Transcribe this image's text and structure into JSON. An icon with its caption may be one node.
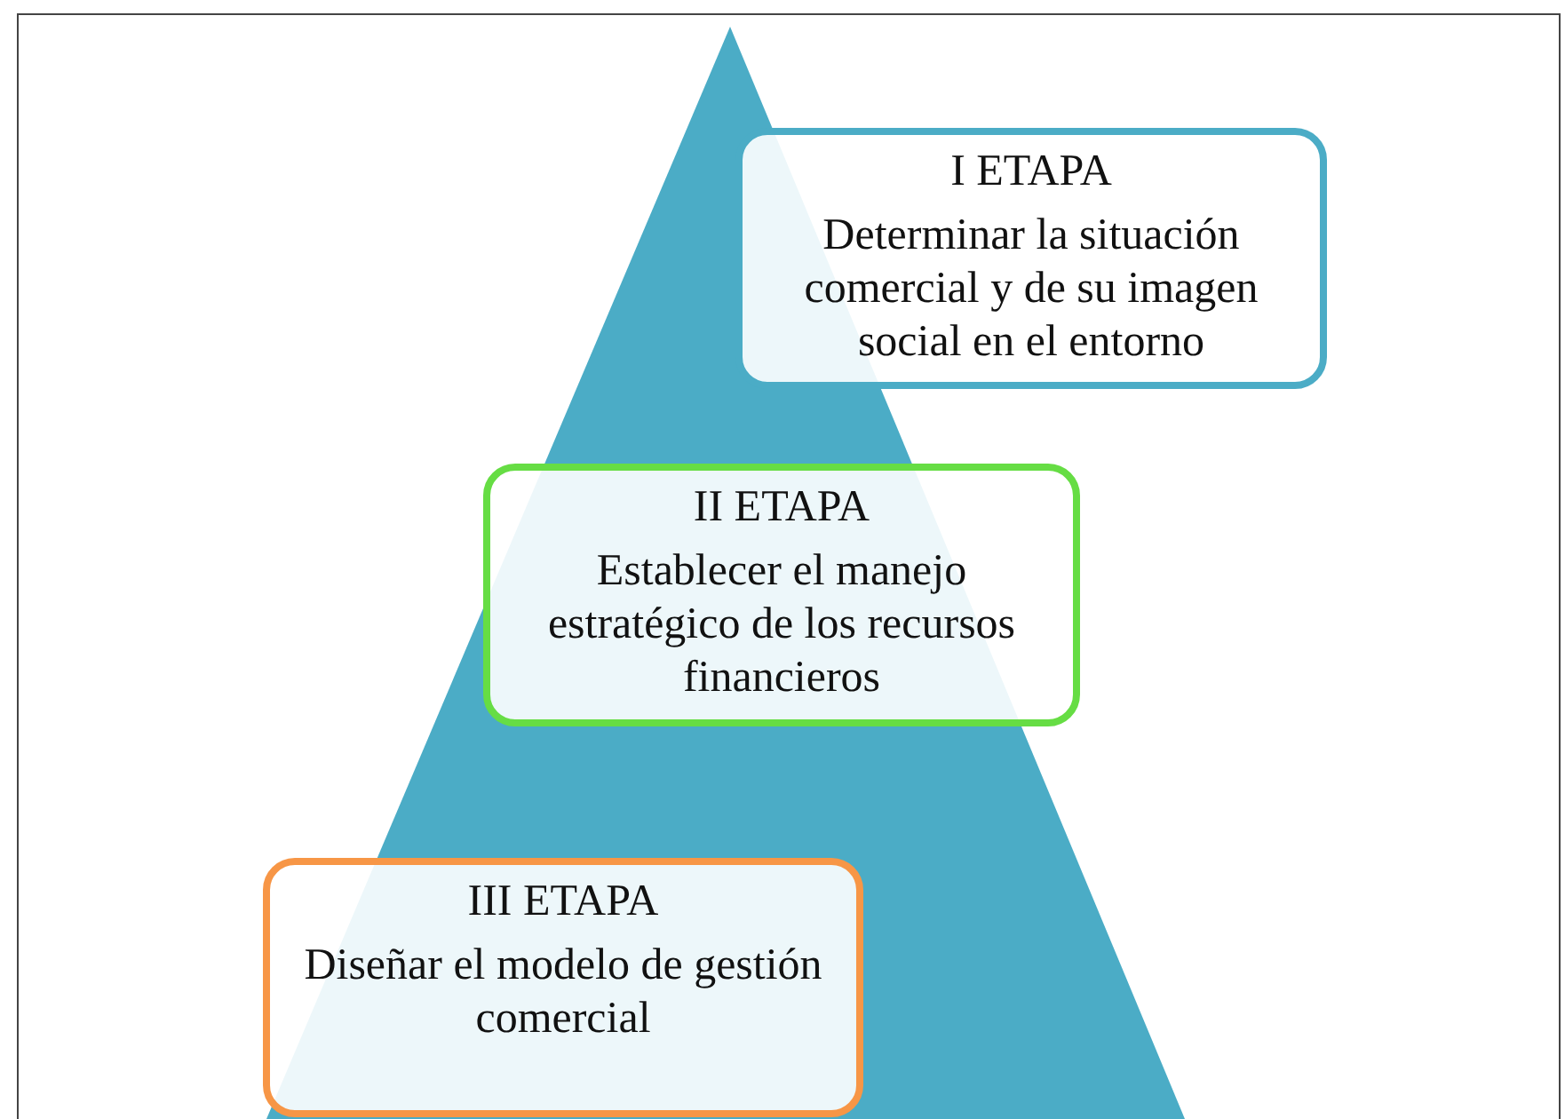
{
  "diagram": {
    "nodes": [
      {
        "text": [
          "I ETAPA",
          "Determinar la situación comercial y de su imagen social en el entorno"
        ]
      },
      {
        "text": [
          "II ETAPA",
          "Establecer el manejo estratégico de los recursos financieros"
        ]
      },
      {
        "text": [
          "III ETAPA",
          "Diseñar el modelo de gestión comercial"
        ]
      }
    ],
    "edges": []
  }
}
